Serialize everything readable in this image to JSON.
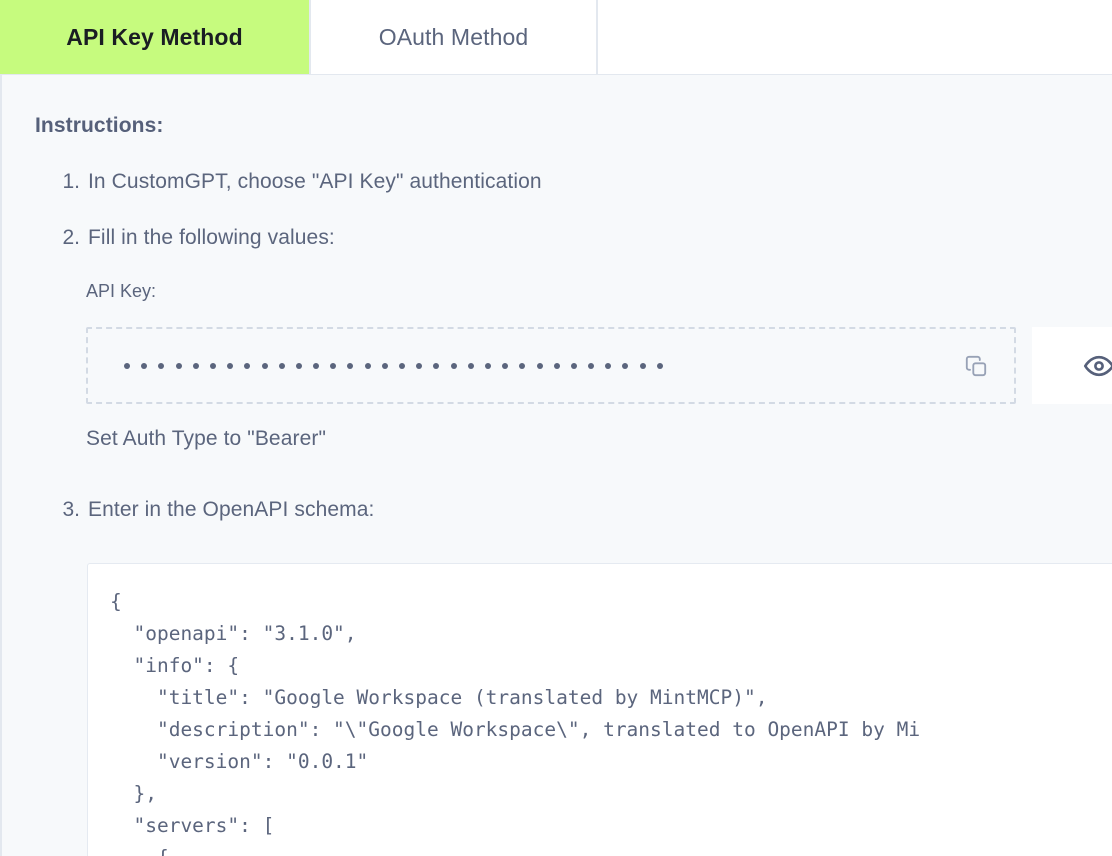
{
  "tabs": [
    {
      "label": "API Key Method",
      "active": true
    },
    {
      "label": "OAuth Method",
      "active": false
    }
  ],
  "colors": {
    "active_tab_bg": "#c6fb7e",
    "panel_bg": "#f7f9fb",
    "text": "#5b657d",
    "heading": "#56607a",
    "border": "#e3e8ef",
    "dashed_border": "#d3dae4",
    "code_bg": "#ffffff",
    "code_border": "#e5eaf1"
  },
  "instructions": {
    "title": "Instructions:",
    "steps": [
      {
        "number": "1.",
        "text": "In CustomGPT, choose \"API Key\" authentication"
      },
      {
        "number": "2.",
        "text": "Fill in the following values:"
      },
      {
        "number": "3.",
        "text": "Enter in the OpenAPI schema:"
      }
    ]
  },
  "api_key": {
    "label": "API Key:",
    "masked_value": "••••••••••••••••••••••••••••••••",
    "dot_count": 32,
    "copy_icon": "copy-icon",
    "reveal_icon": "eye-icon"
  },
  "auth_note": "Set Auth Type to \"Bearer\"",
  "schema_code": "{\n  \"openapi\": \"3.1.0\",\n  \"info\": {\n    \"title\": \"Google Workspace (translated by MintMCP)\",\n    \"description\": \"\\\"Google Workspace\\\", translated to OpenAPI by Mi\n    \"version\": \"0.0.1\"\n  },\n  \"servers\": [\n    {"
}
